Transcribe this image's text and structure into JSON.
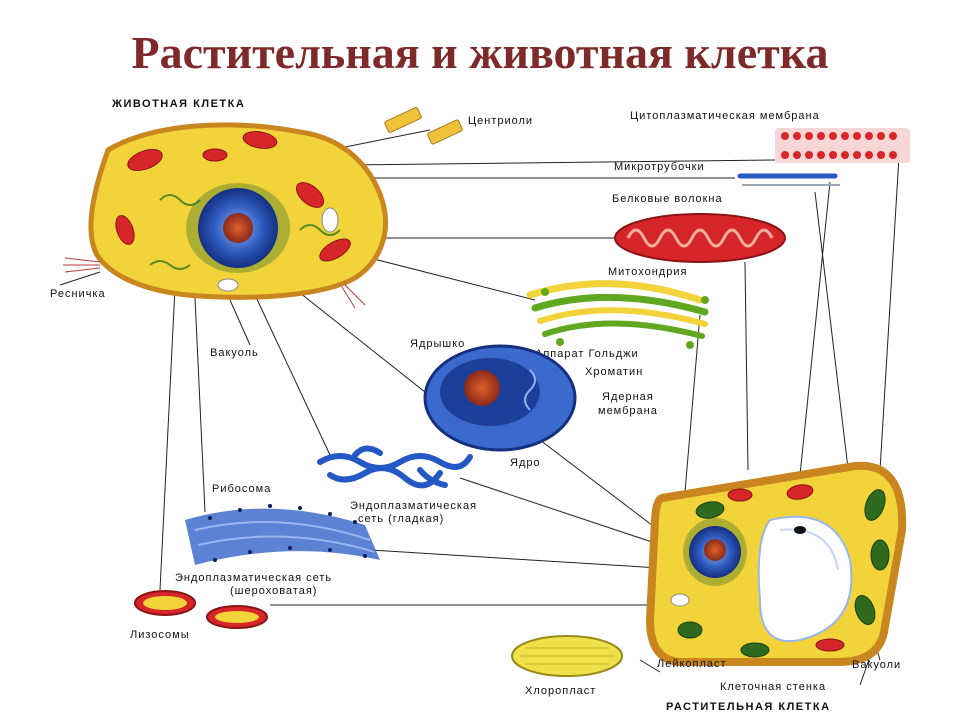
{
  "title": "Растительная и животная клетка",
  "animal_cell_header": "ЖИВОТНАЯ КЛЕТКА",
  "plant_cell_header": "РАСТИТЕЛЬНАЯ КЛЕТКА",
  "labels": {
    "centrioles": "Центриоли",
    "cytoplasmic_membrane": "Цитоплазматическая мембрана",
    "microtubules": "Микротрубочки",
    "protein_fibers": "Белковые волокна",
    "cilium": "Ресничка",
    "mitochondrion": "Митохондрия",
    "golgi": "Аппарат Гольджи",
    "vacuole_animal": "Вакуоль",
    "nucleolus": "Ядрышко",
    "chromatin": "Хроматин",
    "nuclear_membrane_1": "Ядерная",
    "nuclear_membrane_2": "мембрана",
    "nucleus": "Ядро",
    "ribosome": "Рибосома",
    "smooth_er_1": "Эндоплазматическая",
    "smooth_er_2": "сеть (гладкая)",
    "rough_er_1": "Эндоплазматическая сеть",
    "rough_er_2": "(шероховатая)",
    "lysosomes": "Лизосомы",
    "leucoplast": "Лейкопласт",
    "vacuoles_plant": "Вакуоли",
    "chloroplast": "Хлоропласт",
    "cell_wall": "Клеточная стенка"
  },
  "colors": {
    "title": "#7f2a2a",
    "cytoplasm": "#f2d33a",
    "cell_border": "#c9861f",
    "mitochondrion": "#d7262a",
    "nucleus": "#1d3f9a",
    "golgi": "#5fa820",
    "chloroplast": "#2f6a1e",
    "er": "#2458c4"
  }
}
